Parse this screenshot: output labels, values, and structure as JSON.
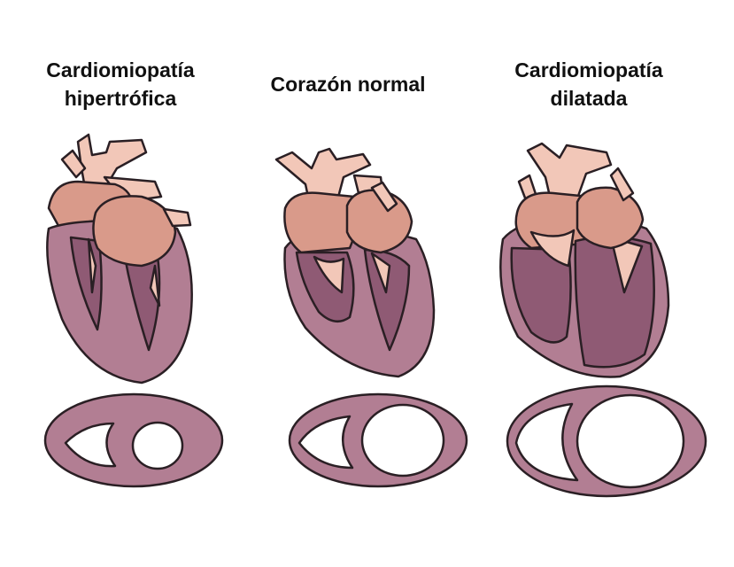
{
  "panels": [
    {
      "id": "hcm",
      "title_lines": [
        "Cardiomiopatía",
        "hipertrófica"
      ]
    },
    {
      "id": "normal",
      "title_lines": [
        "Corazón normal"
      ]
    },
    {
      "id": "dcm",
      "title_lines": [
        "Cardiomiopatía",
        "dilatada"
      ]
    }
  ],
  "colors": {
    "outline": "#2a1f24",
    "myocardium": "#b27e93",
    "chamber_dark": "#8f5a74",
    "vessel": "#f2c7b8",
    "atrium": "#d99a8a",
    "cavity": "#ffffff"
  }
}
